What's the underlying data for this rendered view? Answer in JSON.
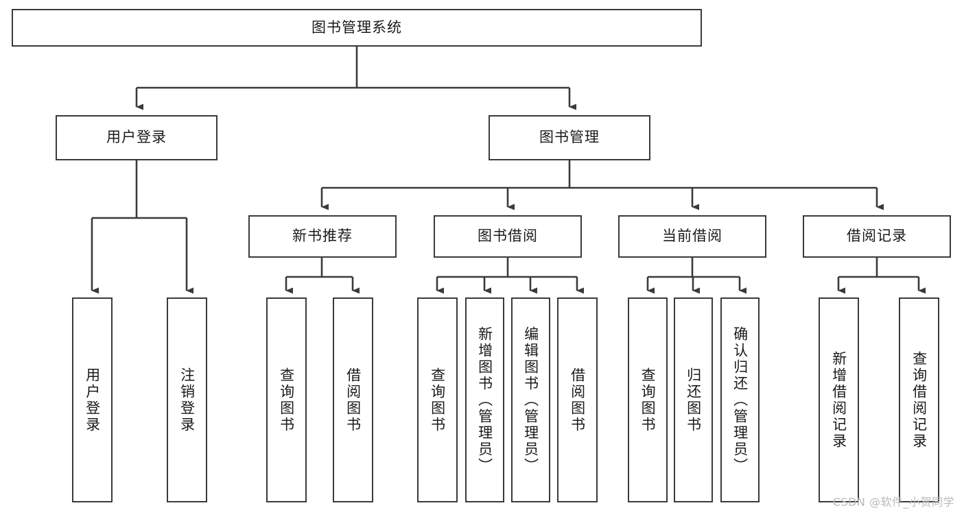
{
  "diagram": {
    "title": "图书管理系统",
    "type": "tree-hierarchy",
    "watermark": "CSDN @软件_小贺同学",
    "colors": {
      "box_border": "#3a3a3a",
      "box_fill": "#ffffff",
      "connector": "#3a3a3a",
      "text": "#1a1a1a",
      "watermark": "#b9b9b9",
      "background": "#ffffff"
    },
    "levels": {
      "root": {
        "label": "图书管理系统"
      },
      "level2": [
        {
          "id": "user-login",
          "label": "用户登录"
        },
        {
          "id": "book-manage",
          "label": "图书管理"
        }
      ],
      "level3": [
        {
          "id": "new-book-rec",
          "label": "新书推荐"
        },
        {
          "id": "book-borrow",
          "label": "图书借阅"
        },
        {
          "id": "current-borrow",
          "label": "当前借阅"
        },
        {
          "id": "borrow-record",
          "label": "借阅记录"
        }
      ],
      "leaves": [
        {
          "id": "leaf-user-login",
          "label": "用户登录",
          "parent": "user-login"
        },
        {
          "id": "leaf-logout-login",
          "label": "注销登录",
          "parent": "user-login"
        },
        {
          "id": "leaf-query-book-1",
          "label": "查询图书",
          "parent": "new-book-rec"
        },
        {
          "id": "leaf-borrow-book-1",
          "label": "借阅图书",
          "parent": "new-book-rec"
        },
        {
          "id": "leaf-query-book-2",
          "label": "查询图书",
          "parent": "book-borrow"
        },
        {
          "id": "leaf-add-book",
          "label": "新增图书（管理员）",
          "parent": "book-borrow"
        },
        {
          "id": "leaf-edit-book",
          "label": "编辑图书（管理员）",
          "parent": "book-borrow"
        },
        {
          "id": "leaf-borrow-book-2",
          "label": "借阅图书",
          "parent": "book-borrow"
        },
        {
          "id": "leaf-query-book-3",
          "label": "查询图书",
          "parent": "current-borrow"
        },
        {
          "id": "leaf-return-book",
          "label": "归还图书",
          "parent": "current-borrow"
        },
        {
          "id": "leaf-confirm-return",
          "label": "确认归还（管理员）",
          "parent": "current-borrow"
        },
        {
          "id": "leaf-add-record",
          "label": "新增借阅记录",
          "parent": "borrow-record"
        },
        {
          "id": "leaf-query-record",
          "label": "查询借阅记录",
          "parent": "borrow-record"
        }
      ]
    }
  }
}
